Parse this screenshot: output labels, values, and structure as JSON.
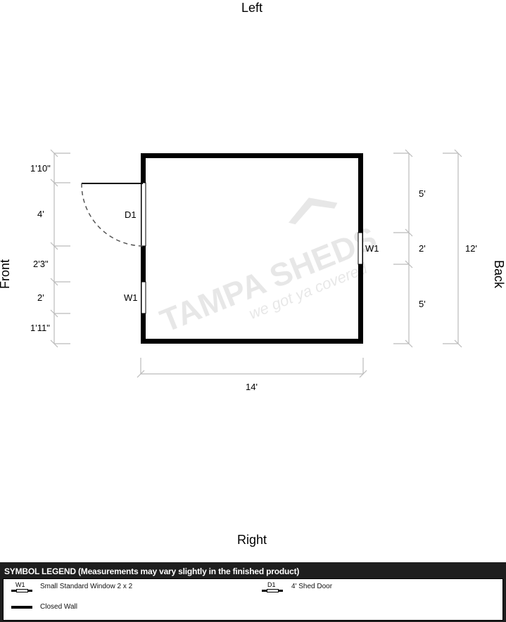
{
  "sides": {
    "top": "Left",
    "bottom": "Right",
    "left": "Front",
    "right": "Back"
  },
  "room": {
    "width_label": "14'",
    "height_label": "12'"
  },
  "front_dimensions": [
    "1'10\"",
    "4'",
    "2'3\"",
    "2'",
    "1'11\""
  ],
  "back_dimensions": [
    "5'",
    "2'",
    "5'"
  ],
  "openings": {
    "front_door": "D1",
    "front_window": "W1",
    "back_window": "W1"
  },
  "watermark": {
    "brand": "TAMPA SHEDS",
    "tagline": "we got ya covered"
  },
  "legend": {
    "title": "SYMBOL LEGEND (Measurements may vary slightly in the finished product)",
    "items": [
      {
        "code": "W1",
        "label": "Small Standard Window 2 x 2"
      },
      {
        "code": "D1",
        "label": "4' Shed Door"
      },
      {
        "code": "",
        "label": "Closed Wall"
      }
    ]
  }
}
